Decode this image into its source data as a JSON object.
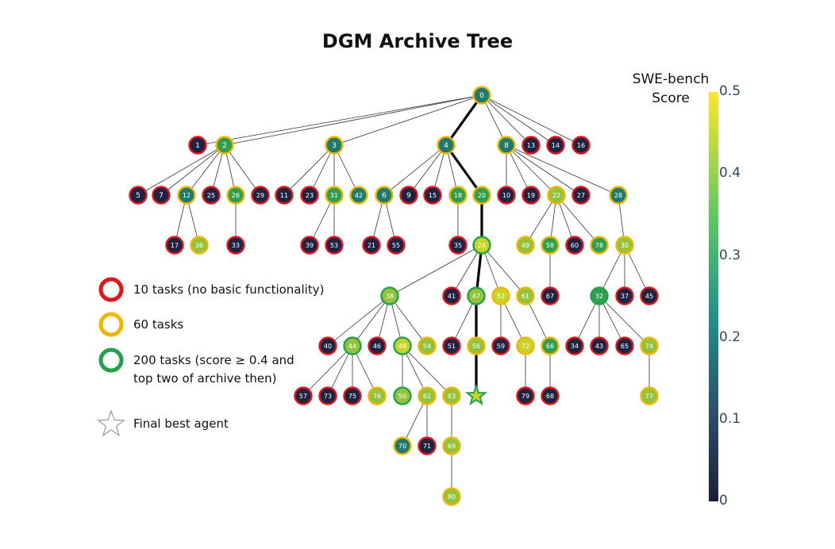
{
  "title": "DGM Archive Tree",
  "colorbar": {
    "title_line1": "SWE-bench",
    "title_line2": "Score",
    "ticks": [
      "0.5",
      "0.4",
      "0.3",
      "0.2",
      "0.1",
      "0"
    ],
    "range": [
      0,
      0.5
    ]
  },
  "legend": {
    "red": "10 tasks (no basic functionality)",
    "yellow": "60 tasks",
    "green_line1": "200 tasks (score ≥ 0.4 and",
    "green_line2": "top two of archive then)",
    "star": "Final best agent"
  },
  "colors": {
    "red_ring": "#e3141b",
    "yellow_ring": "#f2b600",
    "green_ring": "#1fa24a",
    "best_path": "#000000"
  },
  "nodes": [
    {
      "id": "0",
      "parent": null,
      "ring": "yellow",
      "fill": "teal"
    },
    {
      "id": "1",
      "parent": "0",
      "ring": "red",
      "fill": "dark"
    },
    {
      "id": "2",
      "parent": "0",
      "ring": "yellow",
      "fill": "green"
    },
    {
      "id": "3",
      "parent": "0",
      "ring": "yellow",
      "fill": "teal"
    },
    {
      "id": "4",
      "parent": "0",
      "ring": "yellow",
      "fill": "teal"
    },
    {
      "id": "8",
      "parent": "0",
      "ring": "yellow",
      "fill": "teal"
    },
    {
      "id": "13",
      "parent": "0",
      "ring": "red",
      "fill": "dark"
    },
    {
      "id": "14",
      "parent": "0",
      "ring": "red",
      "fill": "dark"
    },
    {
      "id": "16",
      "parent": "0",
      "ring": "red",
      "fill": "dark"
    },
    {
      "id": "5",
      "parent": "2",
      "ring": "red",
      "fill": "dark"
    },
    {
      "id": "7",
      "parent": "2",
      "ring": "red",
      "fill": "dark"
    },
    {
      "id": "12",
      "parent": "2",
      "ring": "yellow",
      "fill": "teal"
    },
    {
      "id": "25",
      "parent": "2",
      "ring": "red",
      "fill": "dark"
    },
    {
      "id": "26",
      "parent": "2",
      "ring": "yellow",
      "fill": "green"
    },
    {
      "id": "29",
      "parent": "2",
      "ring": "red",
      "fill": "dark"
    },
    {
      "id": "11",
      "parent": "3",
      "ring": "red",
      "fill": "dark"
    },
    {
      "id": "23",
      "parent": "3",
      "ring": "red",
      "fill": "dark"
    },
    {
      "id": "31",
      "parent": "3",
      "ring": "yellow",
      "fill": "green"
    },
    {
      "id": "42",
      "parent": "3",
      "ring": "yellow",
      "fill": "teal"
    },
    {
      "id": "6",
      "parent": "4",
      "ring": "yellow",
      "fill": "teal"
    },
    {
      "id": "9",
      "parent": "4",
      "ring": "red",
      "fill": "dark"
    },
    {
      "id": "15",
      "parent": "4",
      "ring": "red",
      "fill": "dark"
    },
    {
      "id": "18",
      "parent": "4",
      "ring": "yellow",
      "fill": "green"
    },
    {
      "id": "20",
      "parent": "4",
      "ring": "yellow",
      "fill": "green"
    },
    {
      "id": "10",
      "parent": "8",
      "ring": "red",
      "fill": "dark"
    },
    {
      "id": "19",
      "parent": "8",
      "ring": "red",
      "fill": "dark"
    },
    {
      "id": "22",
      "parent": "8",
      "ring": "yellow",
      "fill": "lime"
    },
    {
      "id": "27",
      "parent": "8",
      "ring": "red",
      "fill": "dark"
    },
    {
      "id": "28",
      "parent": "8",
      "ring": "yellow",
      "fill": "teal"
    },
    {
      "id": "17",
      "parent": "12",
      "ring": "red",
      "fill": "dark"
    },
    {
      "id": "36",
      "parent": "12",
      "ring": "yellow",
      "fill": "lime"
    },
    {
      "id": "33",
      "parent": "26",
      "ring": "red",
      "fill": "dark"
    },
    {
      "id": "39",
      "parent": "31",
      "ring": "red",
      "fill": "dark"
    },
    {
      "id": "53",
      "parent": "31",
      "ring": "red",
      "fill": "dark"
    },
    {
      "id": "21",
      "parent": "6",
      "ring": "red",
      "fill": "dark"
    },
    {
      "id": "55",
      "parent": "6",
      "ring": "red",
      "fill": "dark"
    },
    {
      "id": "35",
      "parent": "18",
      "ring": "red",
      "fill": "dark"
    },
    {
      "id": "24",
      "parent": "20",
      "ring": "green",
      "fill": "yellow"
    },
    {
      "id": "49",
      "parent": "22",
      "ring": "yellow",
      "fill": "lime"
    },
    {
      "id": "58",
      "parent": "22",
      "ring": "yellow",
      "fill": "green"
    },
    {
      "id": "60",
      "parent": "22",
      "ring": "red",
      "fill": "dark"
    },
    {
      "id": "78",
      "parent": "22",
      "ring": "yellow",
      "fill": "green"
    },
    {
      "id": "30",
      "parent": "28",
      "ring": "yellow",
      "fill": "lime"
    },
    {
      "id": "38",
      "parent": "24",
      "ring": "green",
      "fill": "lime"
    },
    {
      "id": "41",
      "parent": "24",
      "ring": "red",
      "fill": "dark"
    },
    {
      "id": "47",
      "parent": "24",
      "ring": "green",
      "fill": "lime"
    },
    {
      "id": "52",
      "parent": "24",
      "ring": "yellow",
      "fill": "yellow"
    },
    {
      "id": "61",
      "parent": "24",
      "ring": "yellow",
      "fill": "lime"
    },
    {
      "id": "67",
      "parent": "58",
      "ring": "red",
      "fill": "dark"
    },
    {
      "id": "32",
      "parent": "30",
      "ring": "green",
      "fill": "green"
    },
    {
      "id": "37",
      "parent": "30",
      "ring": "red",
      "fill": "dark"
    },
    {
      "id": "45",
      "parent": "30",
      "ring": "red",
      "fill": "dark"
    },
    {
      "id": "40",
      "parent": "38",
      "ring": "red",
      "fill": "dark"
    },
    {
      "id": "44",
      "parent": "38",
      "ring": "green",
      "fill": "lime"
    },
    {
      "id": "46",
      "parent": "38",
      "ring": "red",
      "fill": "dark"
    },
    {
      "id": "48",
      "parent": "38",
      "ring": "green",
      "fill": "yellow"
    },
    {
      "id": "54",
      "parent": "38",
      "ring": "yellow",
      "fill": "lime"
    },
    {
      "id": "51",
      "parent": "47",
      "ring": "red",
      "fill": "dark"
    },
    {
      "id": "56",
      "parent": "47",
      "ring": "yellow",
      "fill": "lime"
    },
    {
      "id": "59",
      "parent": "52",
      "ring": "red",
      "fill": "dark"
    },
    {
      "id": "72",
      "parent": "52",
      "ring": "yellow",
      "fill": "yellow"
    },
    {
      "id": "66",
      "parent": "61",
      "ring": "yellow",
      "fill": "green"
    },
    {
      "id": "34",
      "parent": "32",
      "ring": "red",
      "fill": "dark"
    },
    {
      "id": "43",
      "parent": "32",
      "ring": "red",
      "fill": "dark"
    },
    {
      "id": "65",
      "parent": "32",
      "ring": "red",
      "fill": "dark"
    },
    {
      "id": "74",
      "parent": "32",
      "ring": "yellow",
      "fill": "lime"
    },
    {
      "id": "57",
      "parent": "44",
      "ring": "red",
      "fill": "dark"
    },
    {
      "id": "73",
      "parent": "44",
      "ring": "red",
      "fill": "dark"
    },
    {
      "id": "75",
      "parent": "44",
      "ring": "red",
      "fill": "dark"
    },
    {
      "id": "76",
      "parent": "44",
      "ring": "yellow",
      "fill": "lime"
    },
    {
      "id": "50",
      "parent": "48",
      "ring": "green",
      "fill": "lime"
    },
    {
      "id": "62",
      "parent": "48",
      "ring": "yellow",
      "fill": "lime"
    },
    {
      "id": "63",
      "parent": "48",
      "ring": "yellow",
      "fill": "lime"
    },
    {
      "id": "79",
      "parent": "72",
      "ring": "red",
      "fill": "dark"
    },
    {
      "id": "68",
      "parent": "66",
      "ring": "red",
      "fill": "dark"
    },
    {
      "id": "77",
      "parent": "74",
      "ring": "yellow",
      "fill": "lime"
    },
    {
      "id": "70",
      "parent": "62",
      "ring": "yellow",
      "fill": "teal"
    },
    {
      "id": "71",
      "parent": "62",
      "ring": "red",
      "fill": "dark"
    },
    {
      "id": "69",
      "parent": "63",
      "ring": "yellow",
      "fill": "lime"
    },
    {
      "id": "80",
      "parent": "69",
      "ring": "yellow",
      "fill": "lime"
    }
  ],
  "best_path": [
    "0",
    "4",
    "20",
    "24",
    "47",
    "56",
    "star"
  ]
}
